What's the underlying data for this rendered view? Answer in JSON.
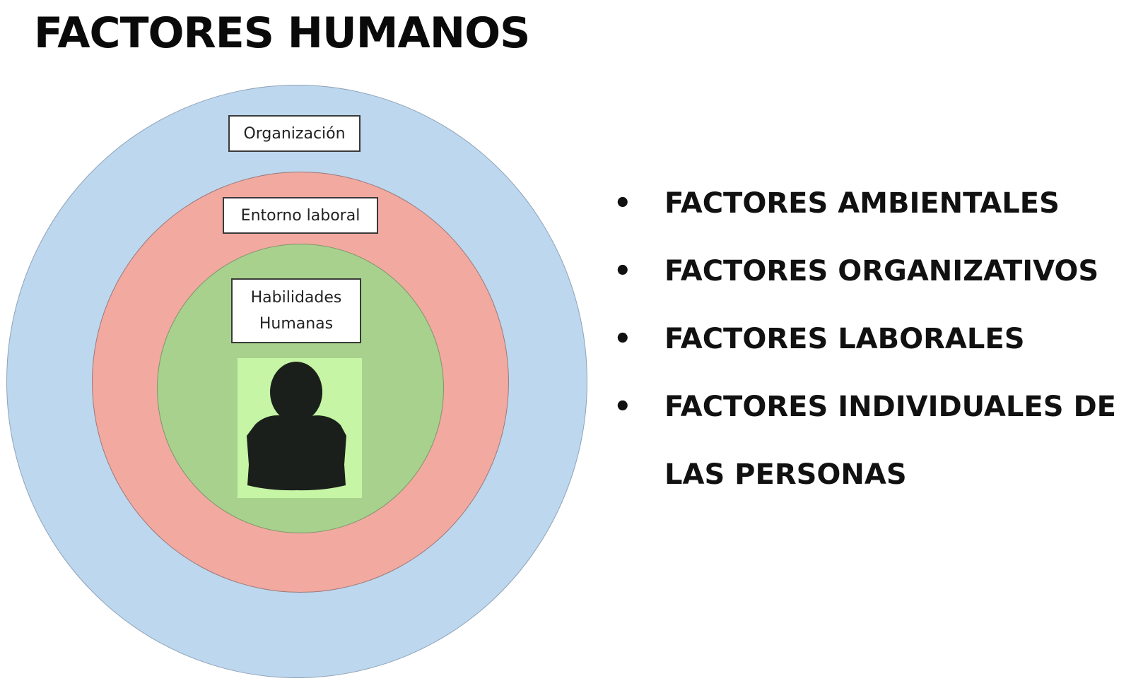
{
  "title": "FACTORES HUMANOS",
  "diagram": {
    "rings": [
      {
        "label": "Organización",
        "color": "#bdd7ee"
      },
      {
        "label": "Entorno laboral",
        "color": "#f1a9a0"
      },
      {
        "label": "Habilidades Humanas",
        "label_lines": [
          "Habilidades",
          "Humanas"
        ],
        "color": "#a9d18e"
      }
    ],
    "person_icon": "person-silhouette-icon",
    "person_panel_color": "#c5f5a5",
    "person_icon_color": "#1b1f1b"
  },
  "factors": {
    "bullet": "•",
    "items": [
      "FACTORES AMBIENTALES",
      "FACTORES ORGANIZATIVOS",
      "FACTORES LABORALES",
      "FACTORES INDIVIDUALES DE LAS PERSONAS"
    ]
  }
}
